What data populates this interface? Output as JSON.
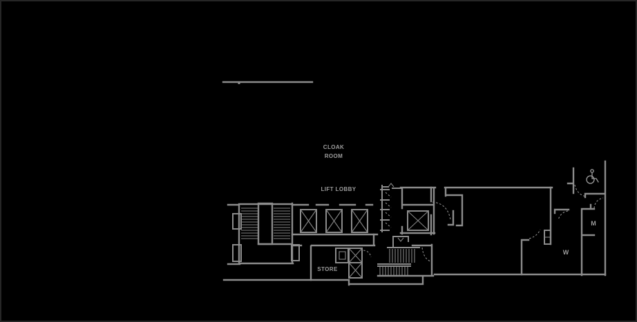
{
  "theme": {
    "background": "#000000",
    "border": "#262626",
    "wall": "#8c8c8c",
    "wall_thin": "#858585",
    "text": "#9c9c9c",
    "dash": "#909090"
  },
  "floor_plan": {
    "labels": {
      "cloak_line1": "CLOAK",
      "cloak_line2": "ROOM",
      "lift_lobby": "LIFT LOBBY",
      "store": "STORE",
      "mens": "M",
      "womens": "W"
    },
    "icons": {
      "accessible_toilet": "wheelchair-icon",
      "stair_up": "up-arrow-icon",
      "stair_down": "down-arrow-icon"
    }
  }
}
